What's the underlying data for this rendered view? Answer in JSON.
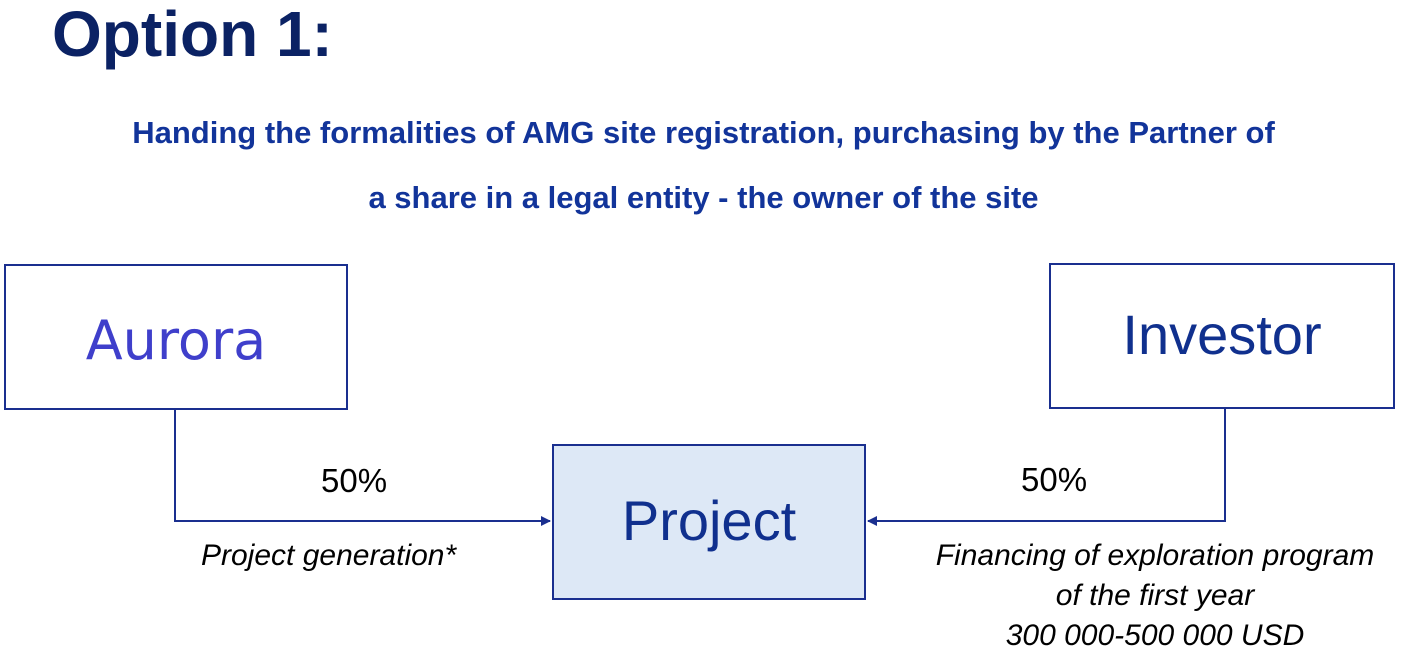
{
  "title": "Option 1:",
  "subtitle": {
    "line1": "Handing the formalities of AMG site registration, purchasing by the Partner of",
    "line2": "a share in a legal entity - the owner of the site"
  },
  "nodes": {
    "aurora": "Aurora",
    "investor": "Investor",
    "project": "Project"
  },
  "edges": {
    "aurora_to_project": {
      "share": "50%",
      "note": "Project generation*"
    },
    "investor_to_project": {
      "share": "50%",
      "note_lines": [
        "Financing of exploration program",
        "of the first year",
        "300 000-500 000 USD"
      ]
    }
  },
  "colors": {
    "title": "#0b2264",
    "subtitle": "#12349a",
    "box_border": "#1a2f8f",
    "aurora_text": "#3f3fcb",
    "node_text": "#10308e",
    "project_fill": "#dde8f6",
    "connector": "#1a2f8f"
  }
}
